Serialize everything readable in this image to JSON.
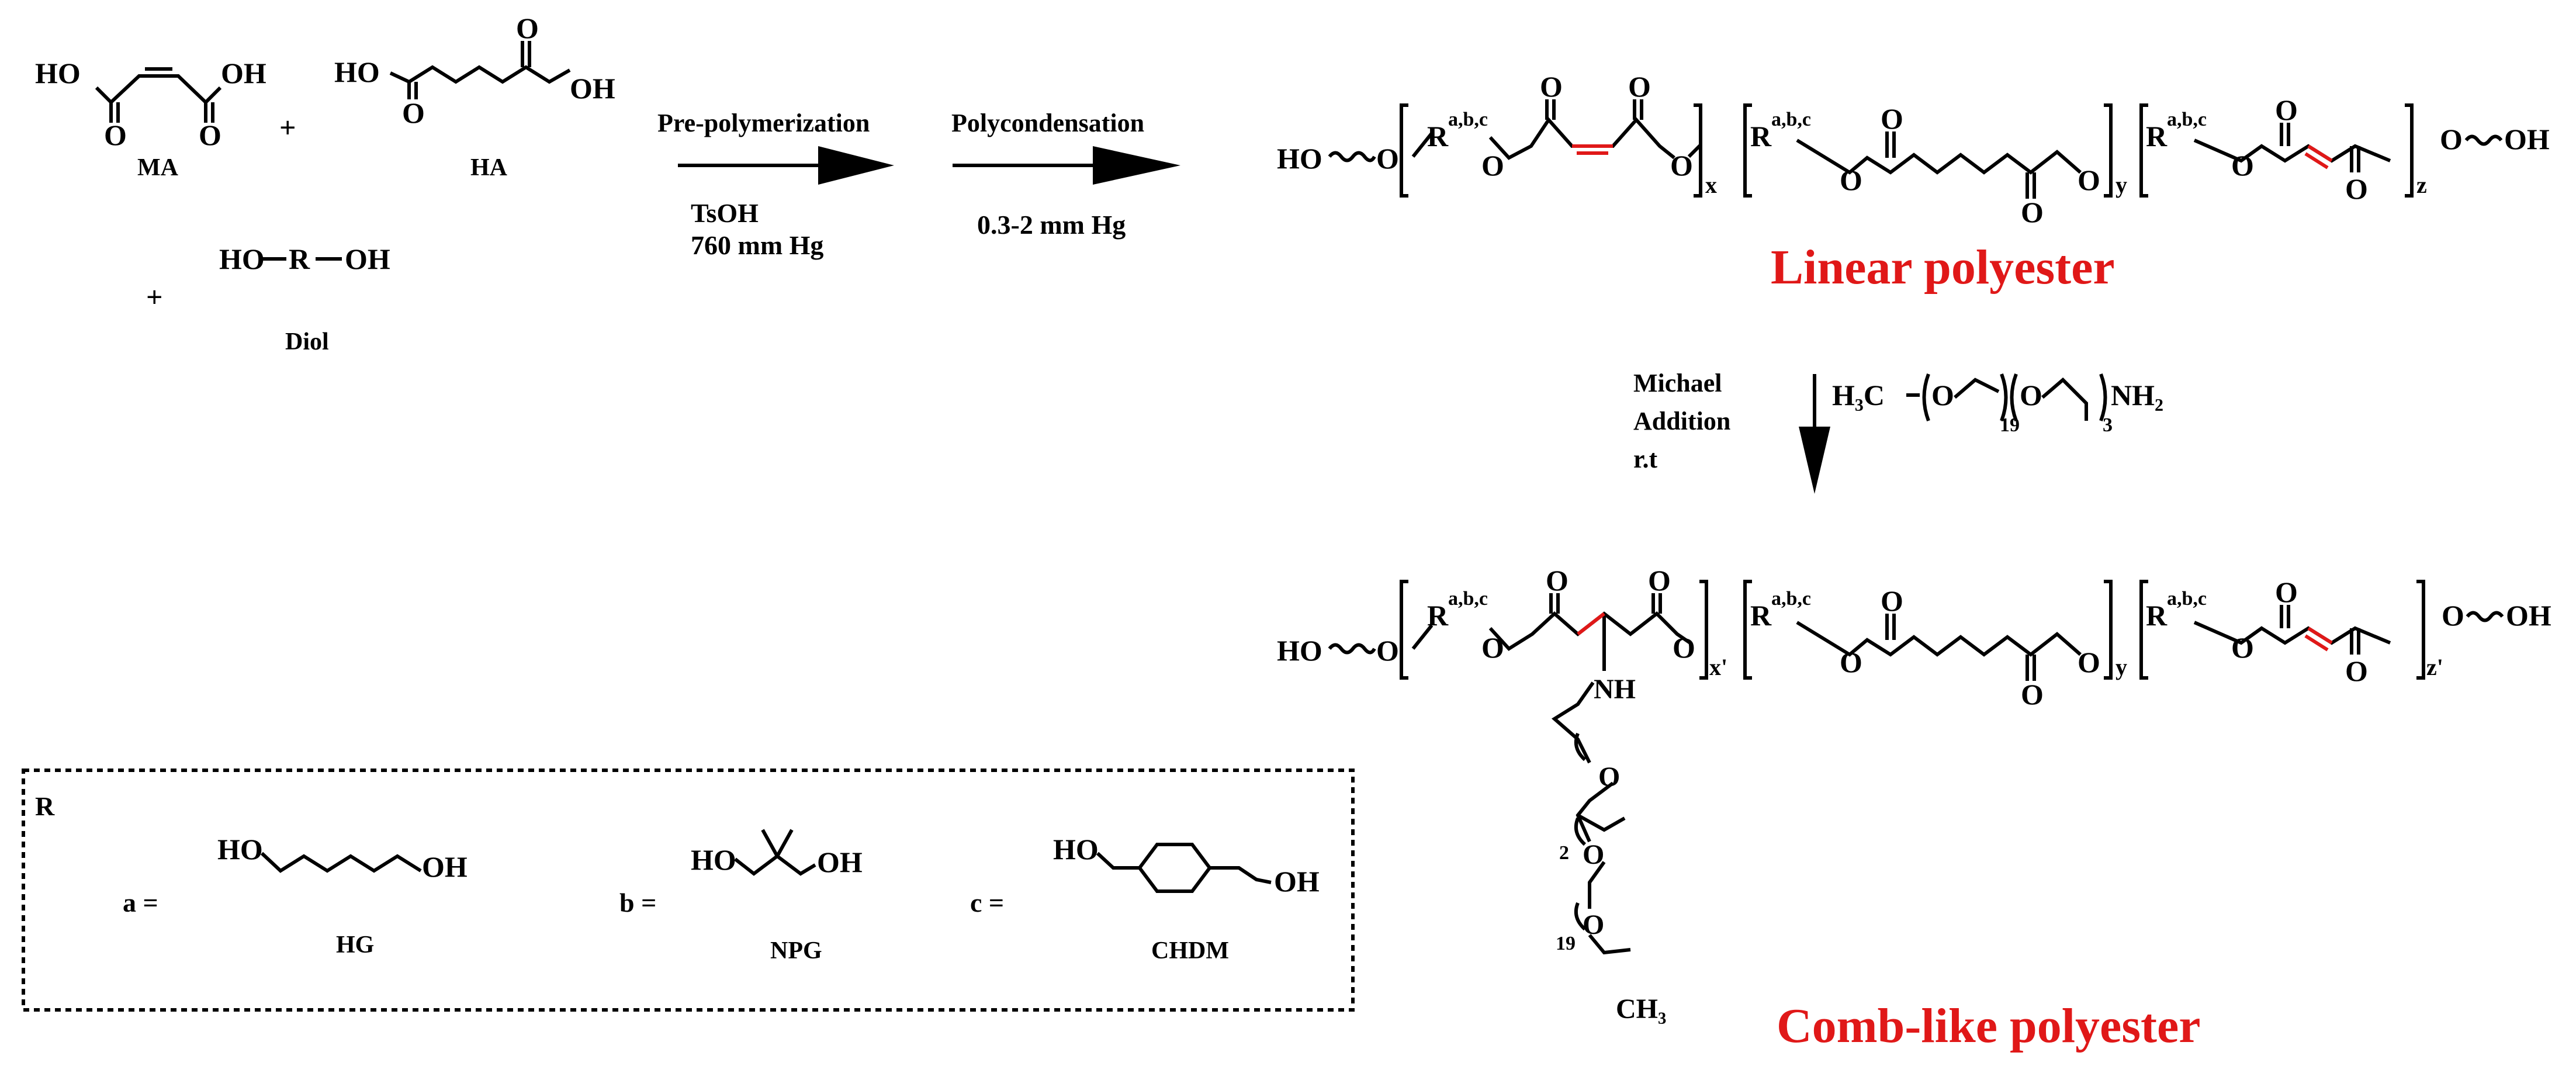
{
  "colors": {
    "ink": "#000000",
    "accent": "#e01818"
  },
  "reactants": {
    "ma": {
      "ho_left": "HO",
      "oh_right": "OH",
      "o1": "O",
      "o2": "O",
      "label": "MA"
    },
    "ha": {
      "ho_left": "HO",
      "oh_right": "OH",
      "o1": "O",
      "o2": "O",
      "label": "HA"
    },
    "plus1": "+",
    "plus2": "+",
    "diol": {
      "ho": "HO",
      "r": "R",
      "oh": "OH",
      "label": "Diol"
    }
  },
  "steps": {
    "step1_label": "Pre-polymerization",
    "step1_cond1": "TsOH",
    "step1_cond2": "760 mm Hg",
    "step2_label": "Polycondensation",
    "step2_cond": "0.3-2 mm Hg",
    "michael1": "Michael",
    "michael2": "Addition",
    "michael3": "r.t"
  },
  "amine": {
    "h3c": "H₃C",
    "o": "O",
    "n19": "19",
    "n3": "3",
    "nh2": "NH₂"
  },
  "linear": {
    "title": "Linear polyester",
    "ho": "HO",
    "oh": "OH",
    "o": "O",
    "r": "R",
    "sup": "a,b,c",
    "x": "x",
    "y": "y",
    "z": "z"
  },
  "comb": {
    "title": "Comb-like polyester",
    "ho": "HO",
    "oh": "OH",
    "o": "O",
    "r": "R",
    "sup": "a,b,c",
    "nh": "NH",
    "x": "x'",
    "y": "y",
    "z": "z'",
    "n2": "2",
    "n19": "19",
    "ch3": "CH₃"
  },
  "r_box": {
    "header": "R",
    "a_eq": "a =",
    "b_eq": "b =",
    "c_eq": "c =",
    "ho": "HO",
    "oh": "OH",
    "hg": "HG",
    "npg": "NPG",
    "chdm": "CHDM"
  }
}
